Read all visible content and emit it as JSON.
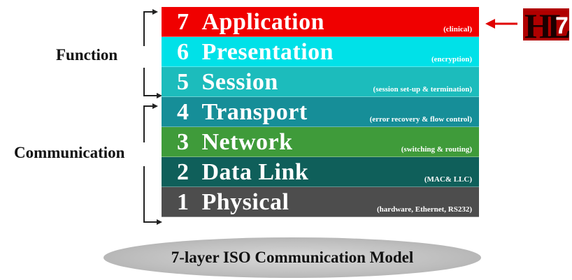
{
  "layers": [
    {
      "num": "7",
      "name": "Application",
      "desc": "(clinical)",
      "color": "#f00000"
    },
    {
      "num": "6",
      "name": "Presentation",
      "desc": "(encryption)",
      "color": "#00e1e8"
    },
    {
      "num": "5",
      "name": "Session",
      "desc": "(session set-up & termination)",
      "color": "#1cbcbc"
    },
    {
      "num": "4",
      "name": "Transport",
      "desc": "(error recovery & flow control)",
      "color": "#168e98"
    },
    {
      "num": "3",
      "name": "Network",
      "desc": "(switching & routing)",
      "color": "#3f9b3a"
    },
    {
      "num": "2",
      "name": "Data Link",
      "desc": "(MAC& LLC)",
      "color": "#0f5f5a"
    },
    {
      "num": "1",
      "name": "Physical",
      "desc": "(hardware, Ethernet, RS232)",
      "color": "#4d4d4d"
    }
  ],
  "groups": {
    "function": "Function",
    "communication": "Communication"
  },
  "logo": {
    "letters": "HL",
    "digit": "7",
    "arrow_color": "#e00000"
  },
  "model_title": "7-layer ISO Communication Model"
}
